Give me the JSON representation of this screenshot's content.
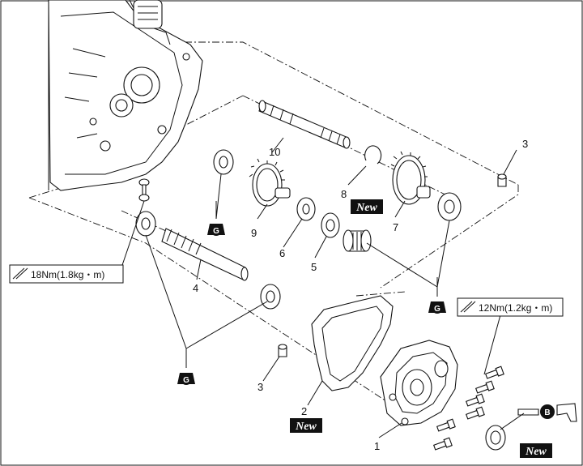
{
  "callouts": {
    "c1": "1",
    "c2": "2",
    "c3a": "3",
    "c3b": "3",
    "c4": "4",
    "c5": "5",
    "c6": "6",
    "c7": "7",
    "c8": "8",
    "c9": "9",
    "c10": "10"
  },
  "badges": {
    "new_8": "New",
    "new_2": "New",
    "new_seal": "New",
    "grease_g": "G",
    "grease_b": "B"
  },
  "torque": {
    "left": "18Nm(1.8kg・m)",
    "right": "12Nm(1.2kg・m)"
  }
}
